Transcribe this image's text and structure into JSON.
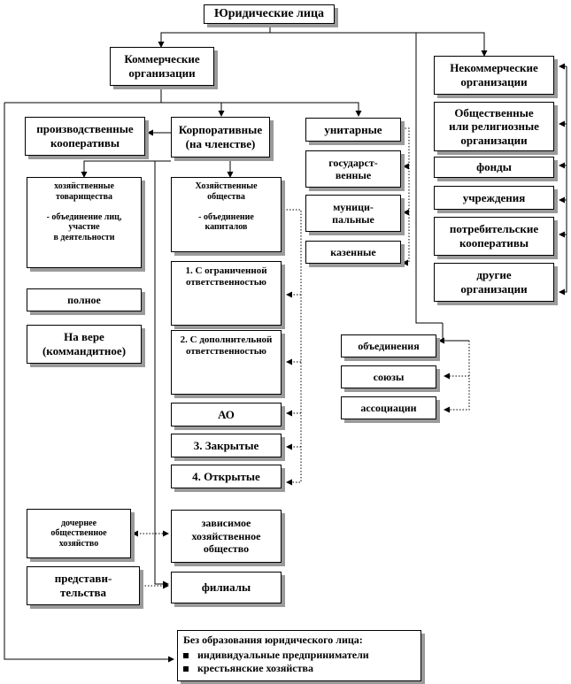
{
  "root": "Юридические лица",
  "commercial": "Коммерческие\nорганизации",
  "noncommercial": "Некоммерческие\nорганизации",
  "production_coops": "производственные\nкооперативы",
  "corporate": "Корпоративные\n(на членстве)",
  "unitary": "унитарные",
  "state": "государст-\nвенные",
  "municipal": "муници-\nпальные",
  "treasury": "казенные",
  "partnerships": "хозяйственные\nтоварищества\n\n-  объединение лиц,\nучастие\nв деятельности",
  "companies": "Хозяйственные\nобщества\n\n- объединение\nкапиталов",
  "full": "полное",
  "limited_partnership": "На вере\n(коммандитное)",
  "llc": "1. С ограниченной\nответственностью",
  "alc": "2. С дополнительной\nответственностью",
  "jsc": "АО",
  "closed": "3. Закрытые",
  "open": "4. Открытые",
  "subsidiary": "дочернее\nобщественное\nхозяйство",
  "dependent": "зависимое\nхозяйственное\nобщество",
  "representations": "представи-\nтельства",
  "branches": "филиалы",
  "public_religious": "Общественные\nили религиозные\nорганизации",
  "funds": "фонды",
  "institutions": "учреждения",
  "consumer_coops": "потребительские\nкооперативы",
  "other_orgs": "другие\nорганизации",
  "associations_union": "объединения",
  "unions": "союзы",
  "associations": "ассоциации",
  "no_legal_entity": {
    "title": "Без образования юридического лица:",
    "items": [
      "индивидуальные предприниматели",
      "крестьянские  хозяйства"
    ]
  }
}
